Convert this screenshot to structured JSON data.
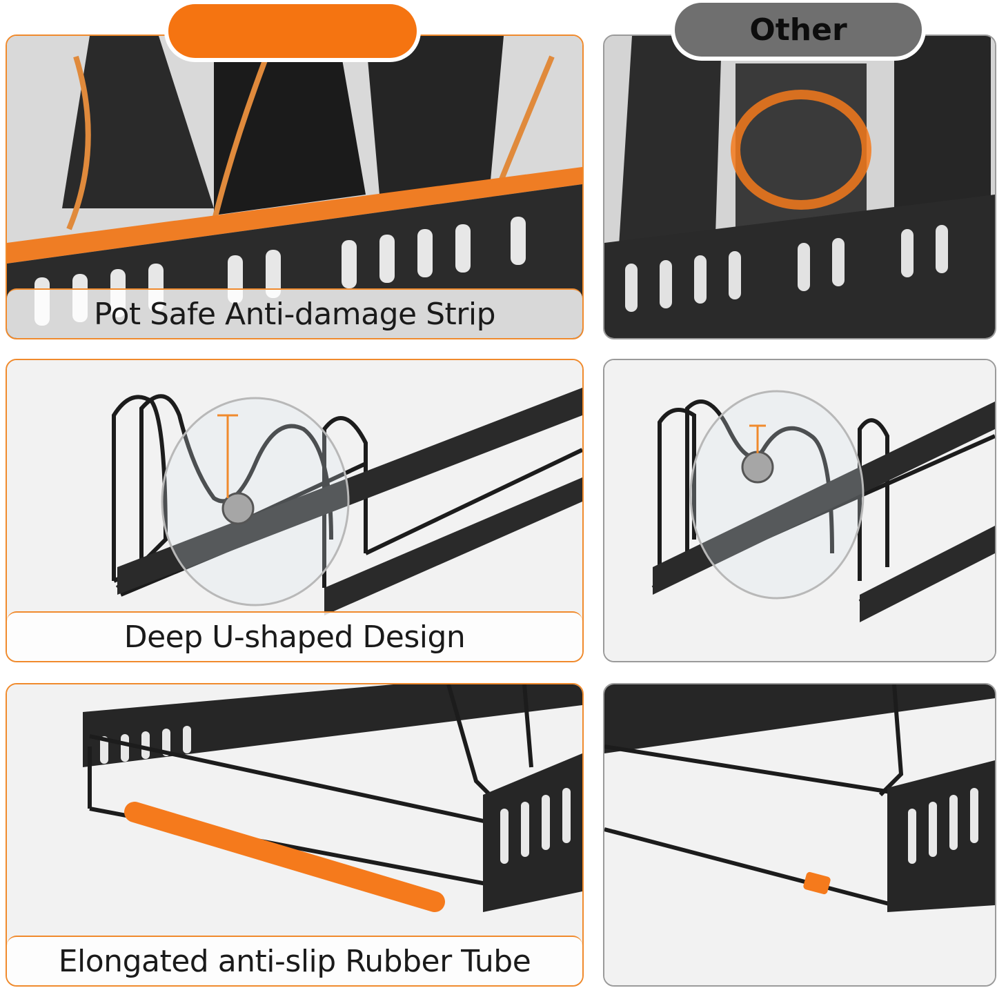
{
  "badges": {
    "ours_label": "",
    "other_label": "Other"
  },
  "captions": {
    "strip": "Pot Safe Anti-damage Strip",
    "u_shape": "Deep U-shaped Design",
    "rubber_tube": "Elongated anti-slip Rubber Tube"
  },
  "colors": {
    "accent": "#f57411",
    "badge_other": "#6f6f6f",
    "rack": "#1c1c1c"
  }
}
